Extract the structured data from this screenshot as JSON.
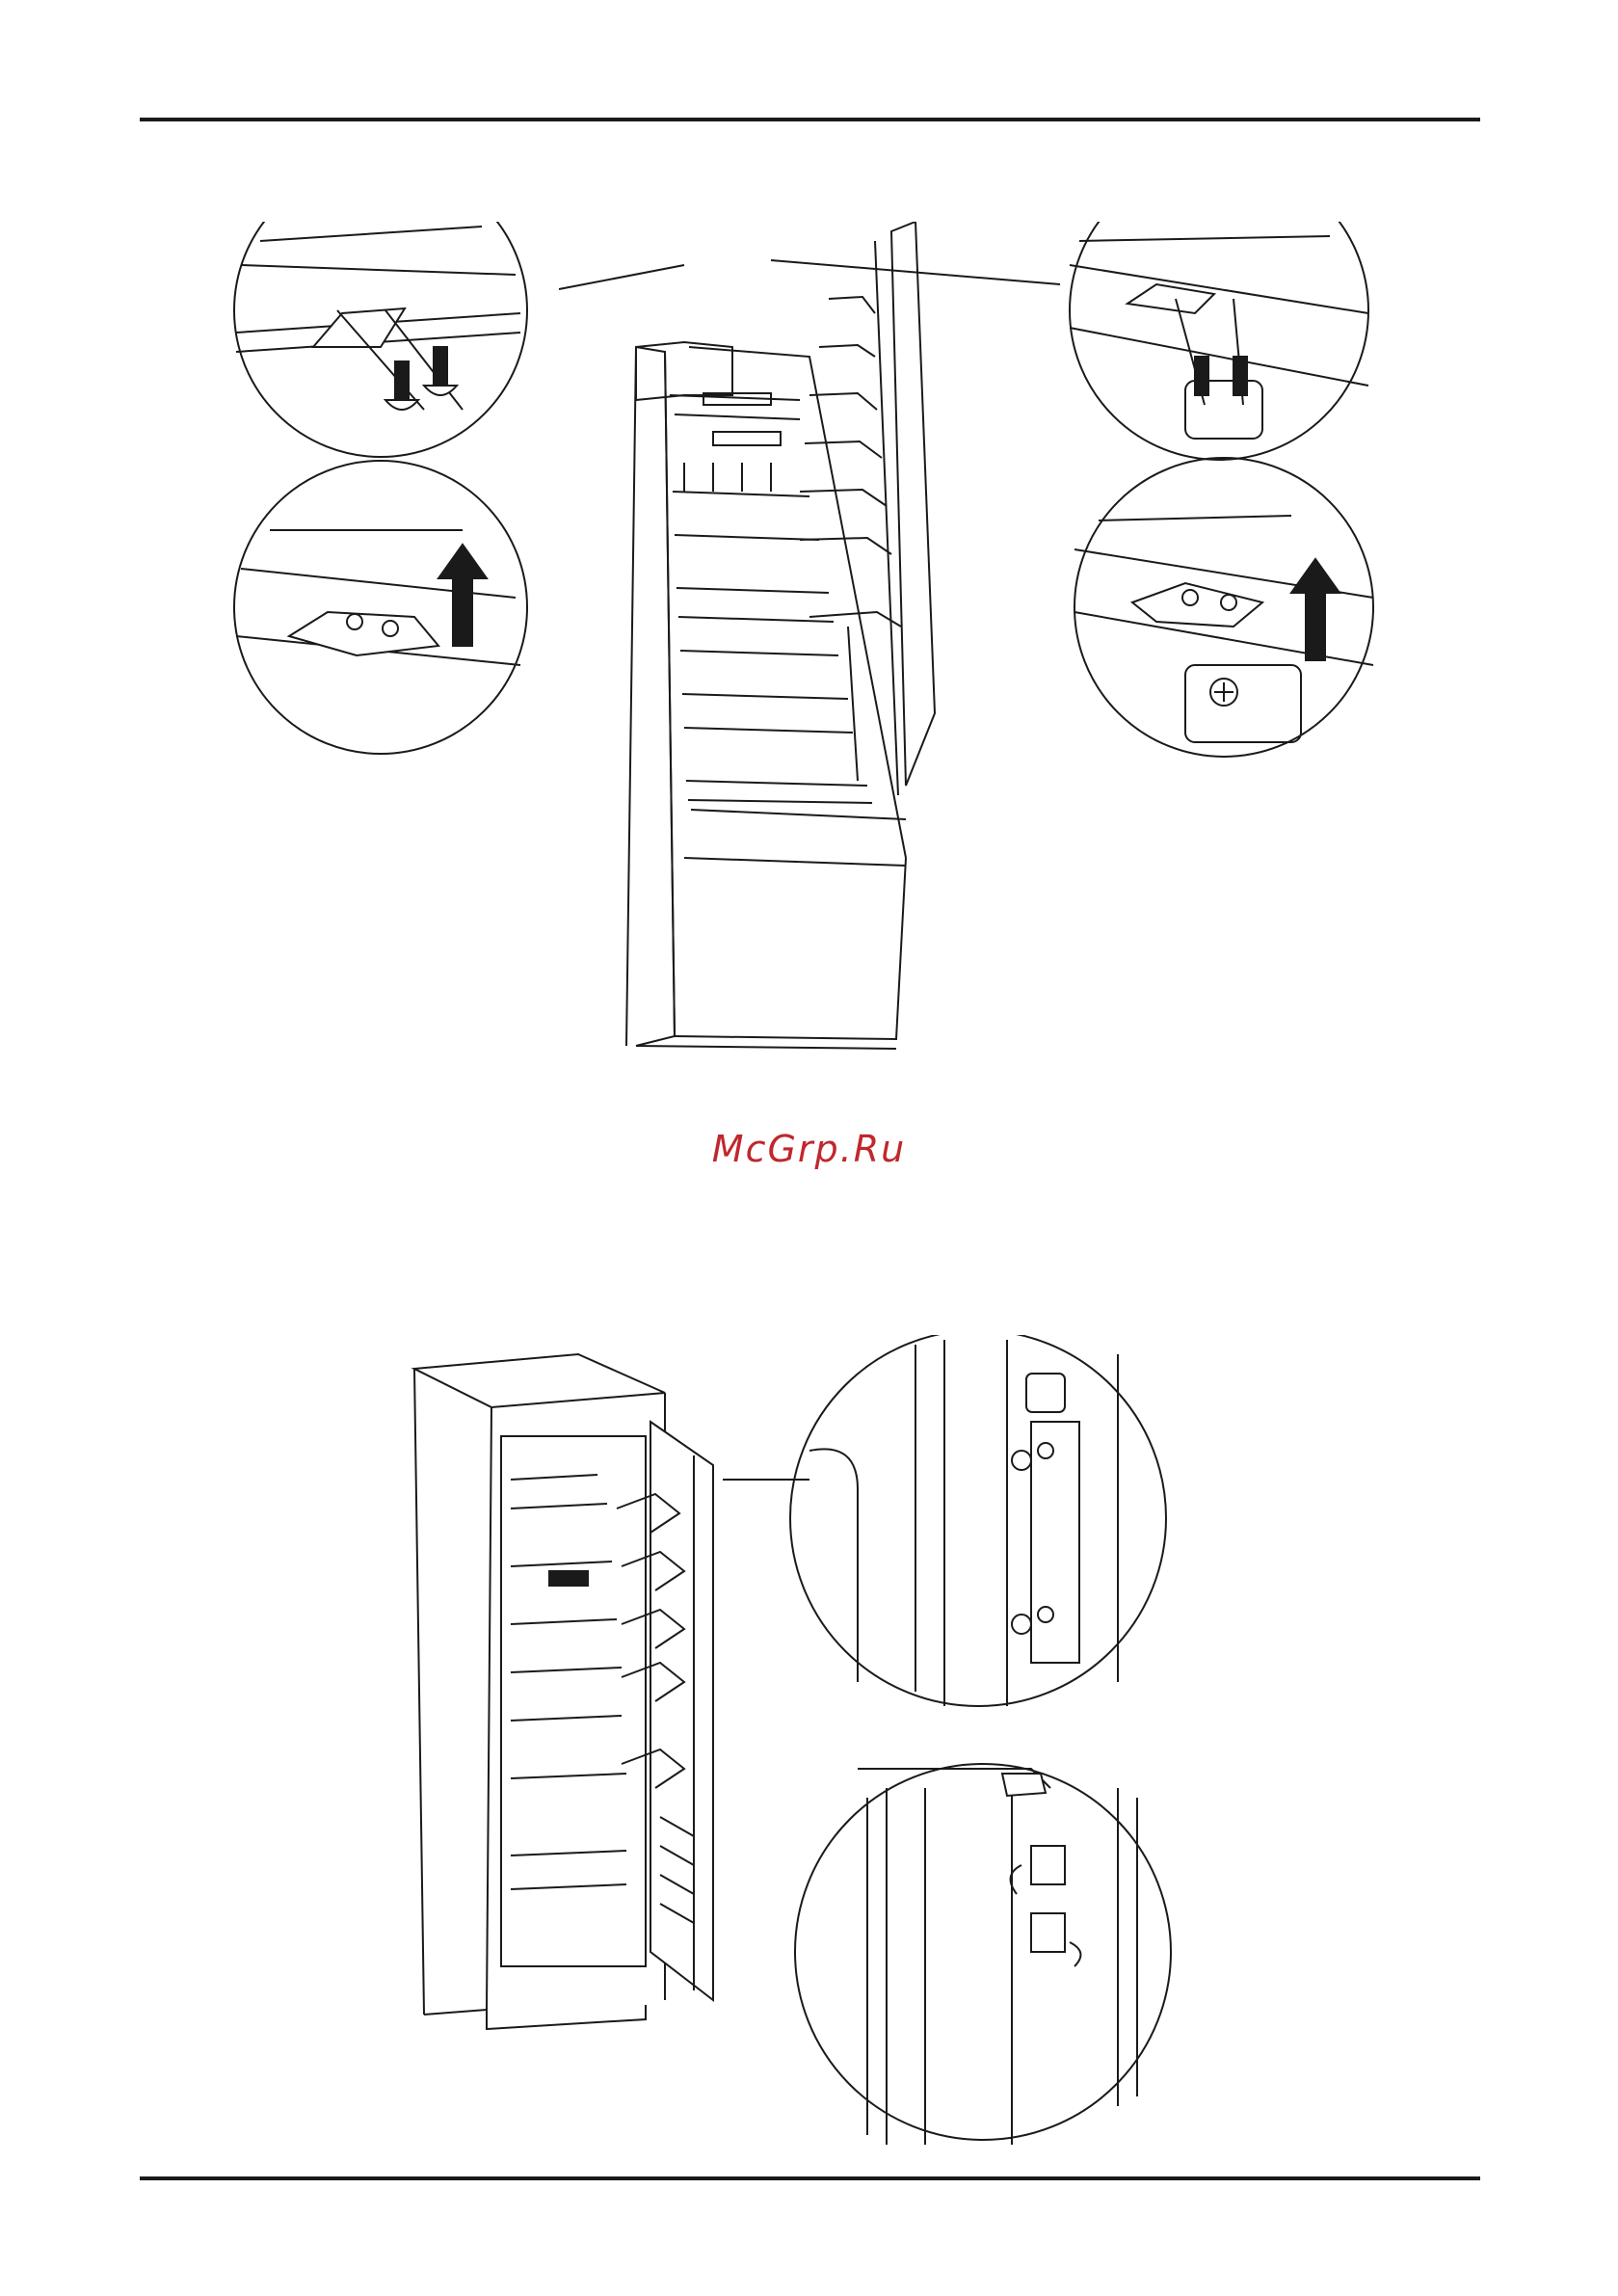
{
  "watermark": {
    "text": "McGrp.Ru",
    "color": "#c0272d"
  },
  "colors": {
    "line": "#1a1a1a",
    "paper": "#ffffff"
  },
  "figures": [
    {
      "id": "figure-1",
      "content": "refrigerator-door-top-hinge-installation"
    },
    {
      "id": "figure-2",
      "content": "refrigerator-door-hinge-adjustment"
    }
  ]
}
